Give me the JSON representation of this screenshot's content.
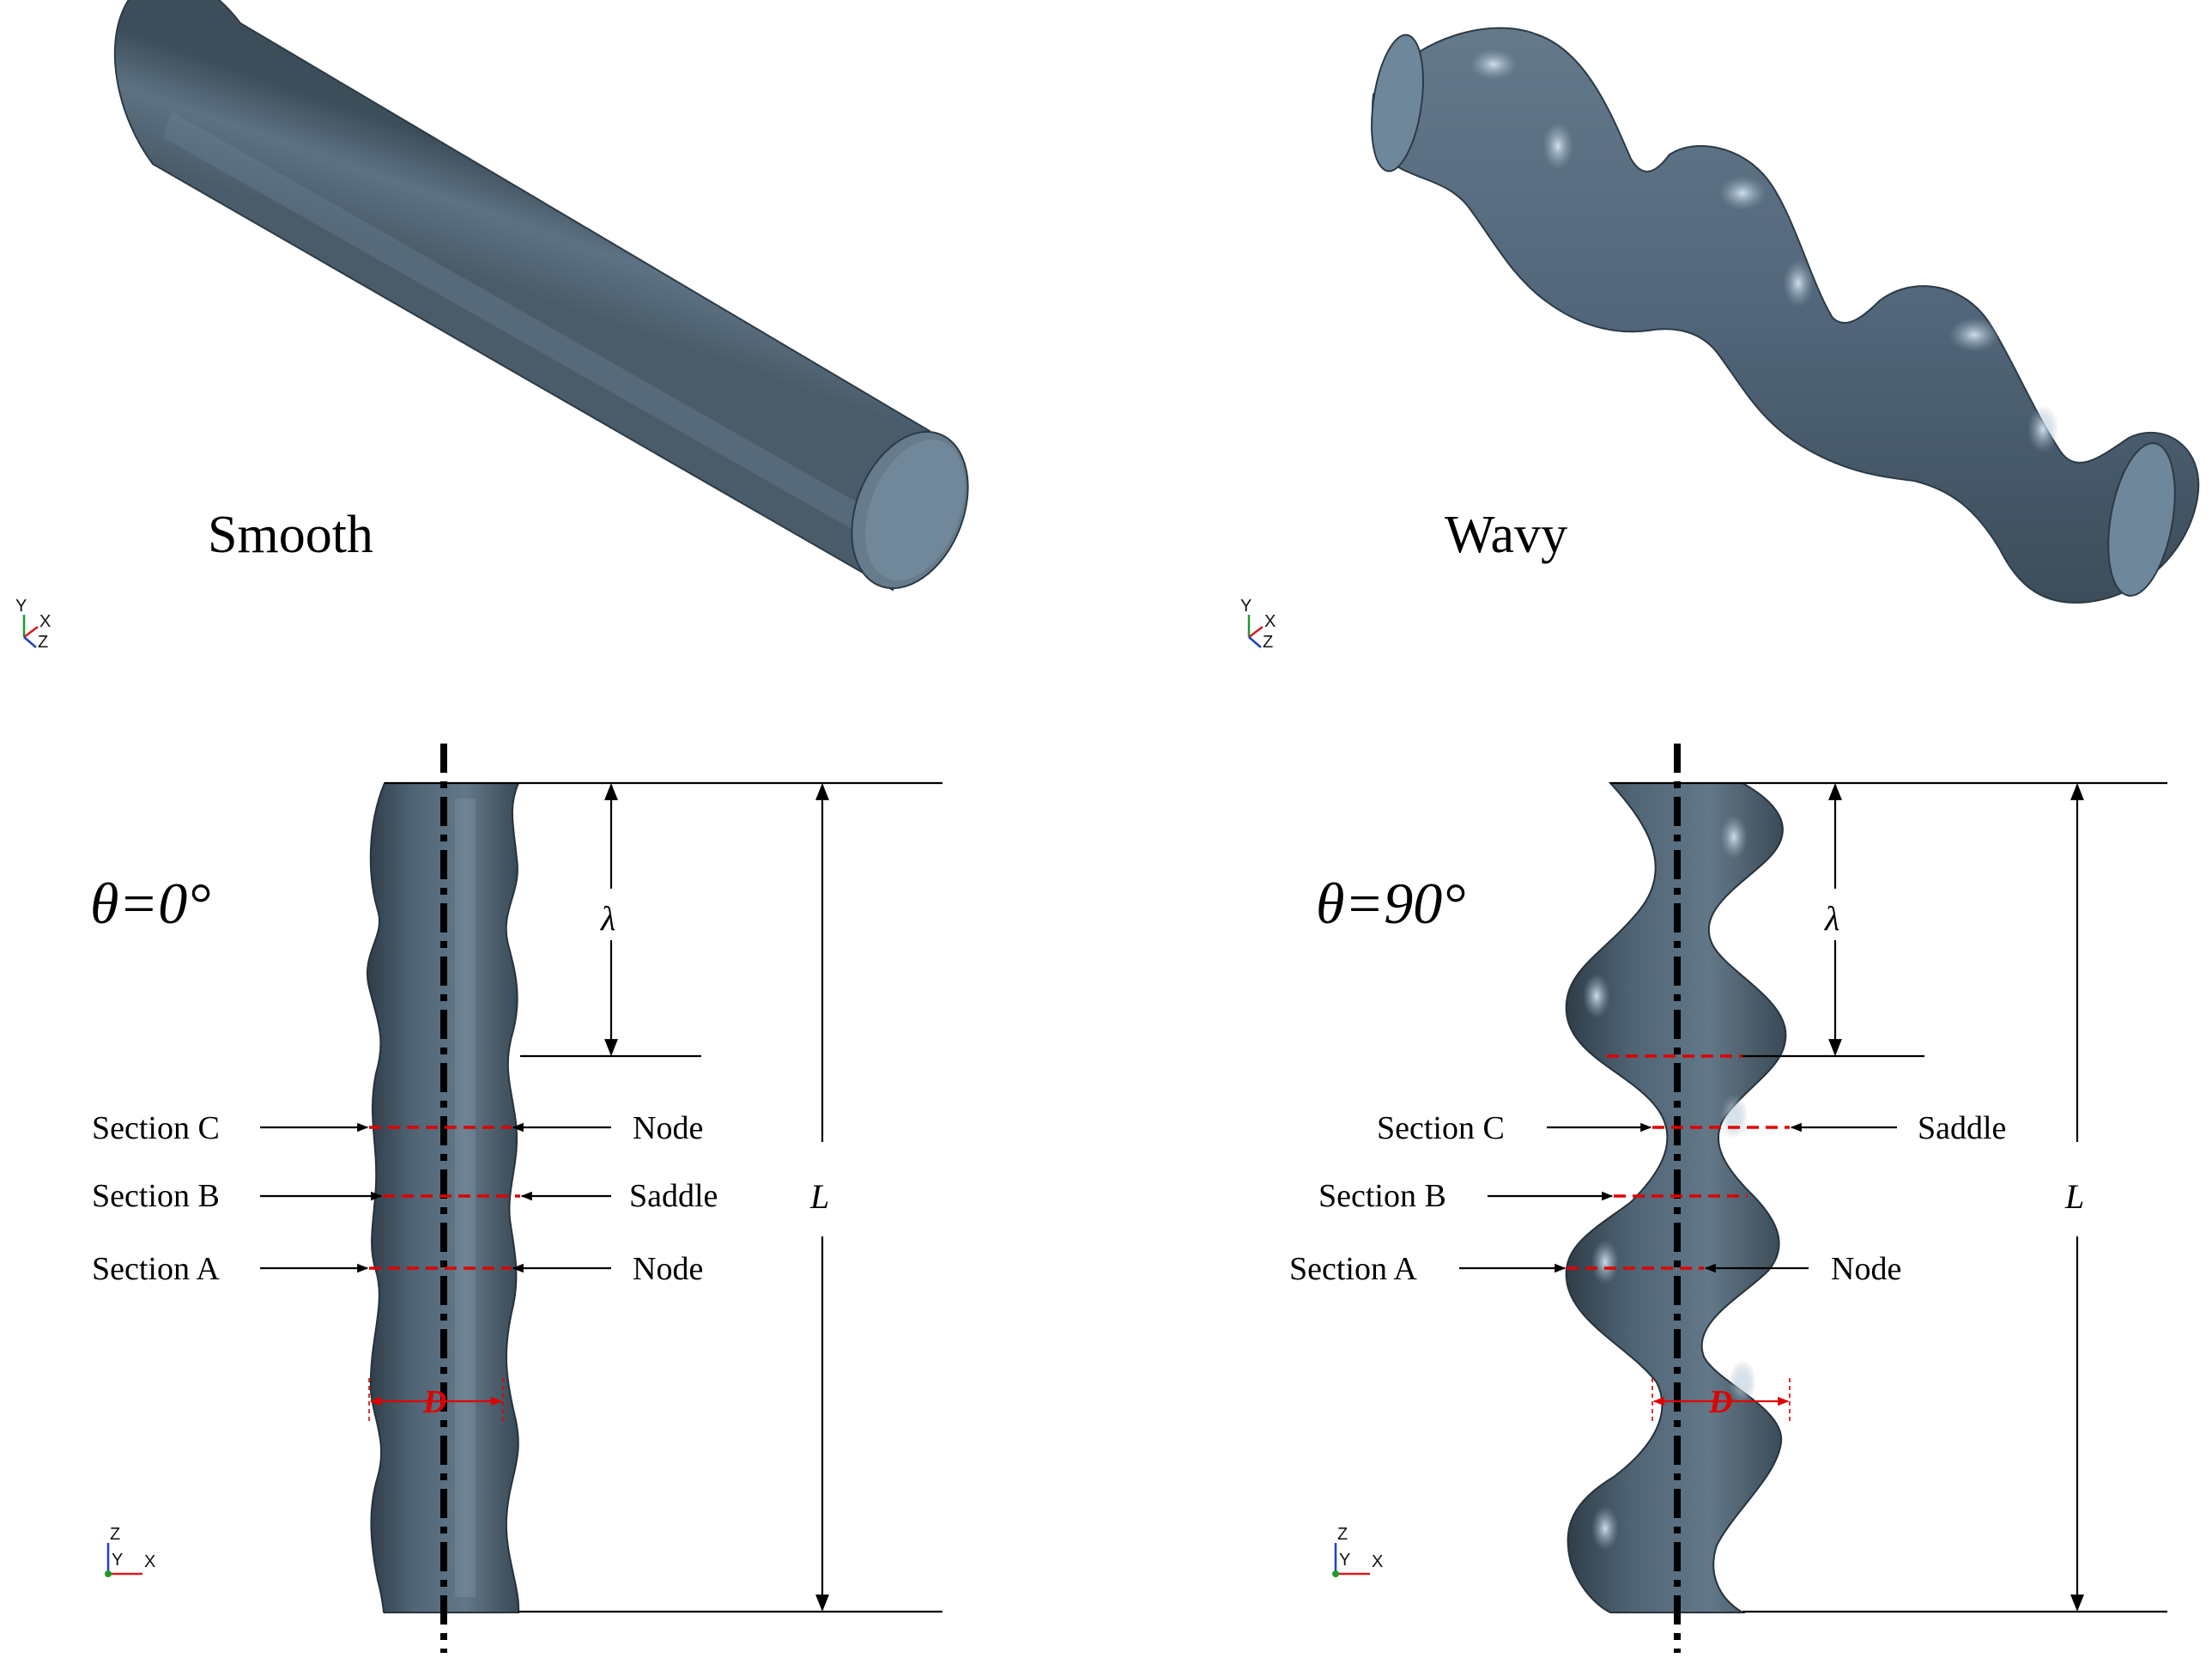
{
  "top_left": {
    "label": "Smooth"
  },
  "top_right": {
    "label": "Wavy"
  },
  "bottom_left": {
    "theta_label": "θ=0°",
    "left_sections": [
      "Section C",
      "Section B",
      "Section A"
    ],
    "right_labels": [
      "Node",
      "Saddle",
      "Node"
    ],
    "wavelength_symbol": "λ",
    "length_symbol": "L",
    "diameter_symbol": "D"
  },
  "bottom_right": {
    "theta_label": "θ=90°",
    "left_sections": [
      "Section C",
      "Section B",
      "Section A"
    ],
    "right_labels": [
      "Saddle",
      "",
      "Node"
    ],
    "wavelength_symbol": "λ",
    "length_symbol": "L",
    "diameter_symbol": "D"
  },
  "triads": {
    "iso": {
      "a": "Y",
      "b": "X",
      "c": "Z"
    },
    "front": {
      "a": "Z",
      "b": "Y",
      "c": "X"
    }
  },
  "colors": {
    "pipe": "#5b7081",
    "pipe_dark": "#3c4d5a",
    "pipe_light": "#8ea3b2",
    "highlight": "#cfe0ee",
    "section": "#e00000"
  }
}
